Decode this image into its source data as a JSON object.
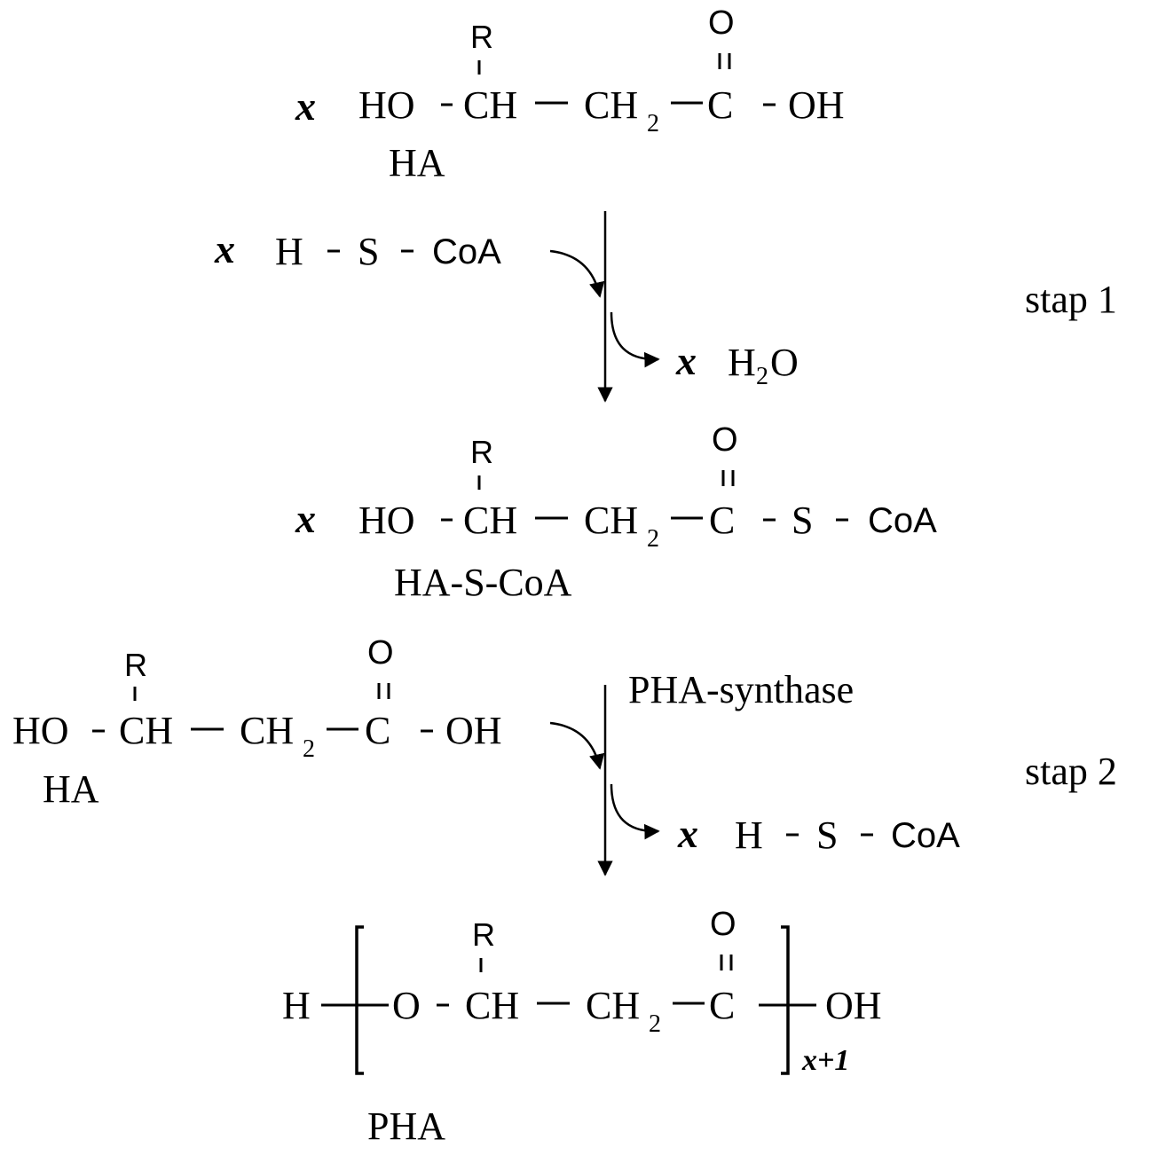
{
  "labels": {
    "x": "x",
    "r": "R",
    "o": "O",
    "ho": "HO",
    "ch": "CH",
    "ch2_main": "CH",
    "sub2": "2",
    "c": "C",
    "oh": "OH",
    "h": "H",
    "s": "S",
    "coa": "CoA",
    "h2o_h": "H",
    "h2o_o": "O",
    "x_plus_1": "x+1"
  },
  "names": {
    "ha": "HA",
    "ha_s_coa": "HA-S-CoA",
    "pha": "PHA"
  },
  "steps": {
    "step1": "stap 1",
    "step2": "stap 2",
    "enzyme": "PHA-synthase"
  }
}
